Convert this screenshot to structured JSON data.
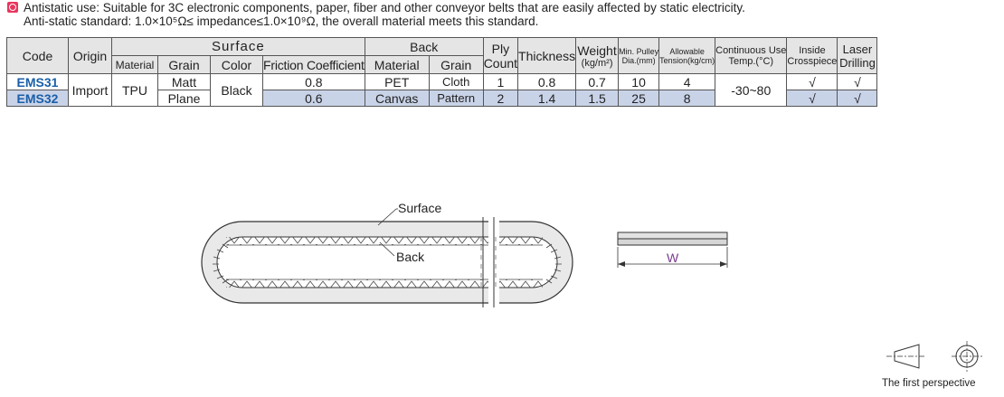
{
  "notes": {
    "line1": "Antistatic use: Suitable for 3C electronic components, paper, fiber and other conveyor belts that are easily affected by static electricity.",
    "line2": "Anti-static standard: 1.0×10⁵Ω≤ impedance≤1.0×10⁹Ω, the overall material meets this standard."
  },
  "table": {
    "headers": {
      "code": "Code",
      "origin": "Origin",
      "surface": "Surface",
      "surface_material": "Material",
      "surface_grain": "Grain",
      "surface_color": "Color",
      "friction": "Friction Coefficient",
      "back": "Back",
      "back_material": "Material",
      "back_grain": "Grain",
      "ply": "Ply Count",
      "thickness": "Thickness",
      "weight": "Weight",
      "weight_unit": "(kg/m²)",
      "min_pulley": "Min. Pulley",
      "min_pulley_unit": "Dia.(mm)",
      "allowable": "Allowable",
      "allowable_unit": "Tension(kg/cm)",
      "continuous": "Continuous Use",
      "continuous_unit": "Temp.(°C)",
      "inside": "Inside",
      "inside2": "Crosspiece",
      "laser": "Laser",
      "laser2": "Drilling"
    },
    "shared": {
      "origin": "Import",
      "surface_material": "TPU",
      "surface_color": "Black",
      "temp": "-30~80"
    },
    "rows": [
      {
        "code": "EMS31",
        "grain": "Matt",
        "friction": "0.8",
        "back_material": "PET",
        "back_grain": "Cloth",
        "ply": "1",
        "thickness": "0.8",
        "weight": "0.7",
        "min_pulley": "10",
        "tension": "4",
        "inside": "√",
        "laser": "√"
      },
      {
        "code": "EMS32",
        "grain": "Plane",
        "friction": "0.6",
        "back_material": "Canvas",
        "back_grain": "Pattern",
        "ply": "2",
        "thickness": "1.4",
        "weight": "1.5",
        "min_pulley": "25",
        "tension": "8",
        "inside": "√",
        "laser": "√"
      }
    ]
  },
  "diagram": {
    "surface_label": "Surface",
    "back_label": "Back",
    "width_label": "W"
  },
  "perspective": {
    "label": "The first perspective"
  },
  "colors": {
    "code_blue": "#1a5fa8",
    "row_shade": "#c9d3e8",
    "header_gray": "#e5e5e5",
    "bullet_red": "#e8365d",
    "w_label_purple": "#7a3b8f"
  }
}
